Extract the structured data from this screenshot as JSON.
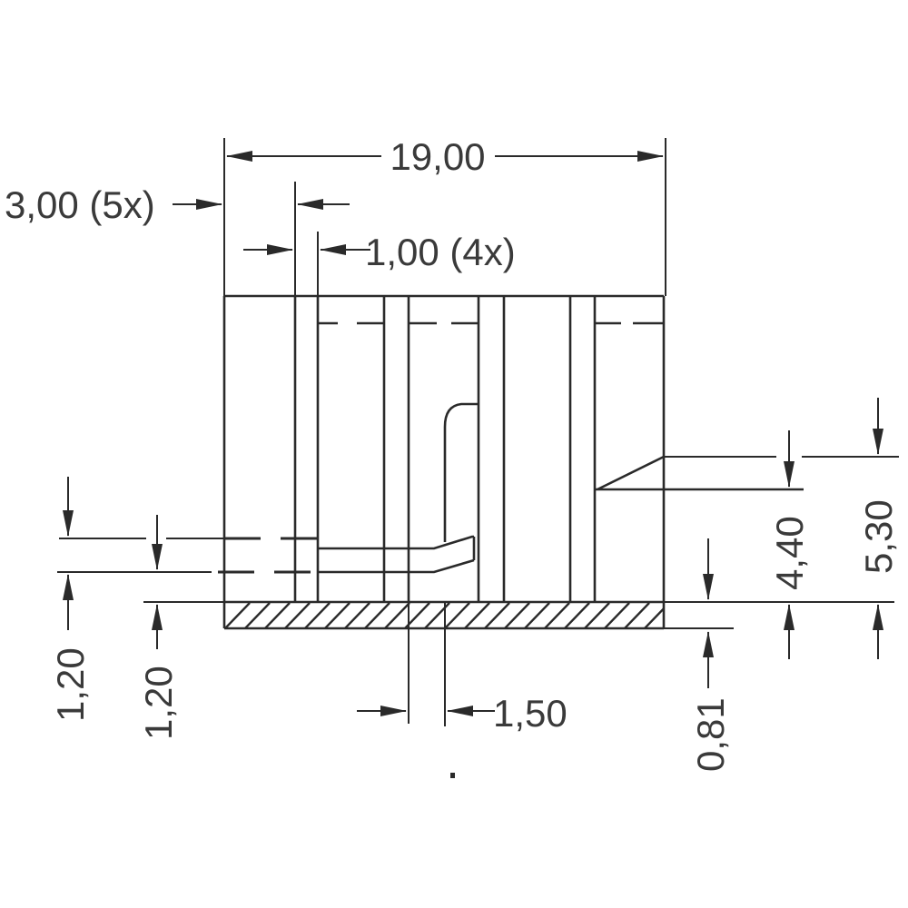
{
  "drawing": {
    "type": "mechanical-dimension-drawing",
    "units": "mm",
    "line_color": "#2a2a2a",
    "text_color": "#3a3a3a"
  },
  "dimensions": {
    "overall_width": "19,00",
    "pitch": "3,00 (5x)",
    "slot_width": "1,00 (4x)",
    "contact_width": "1,50",
    "height_small": "4,40",
    "height_large": "5,30",
    "base_thickness": "0,81",
    "contact_height_left": "1,20",
    "contact_height_inner": "1,20"
  },
  "marks": {
    "dot": "."
  }
}
